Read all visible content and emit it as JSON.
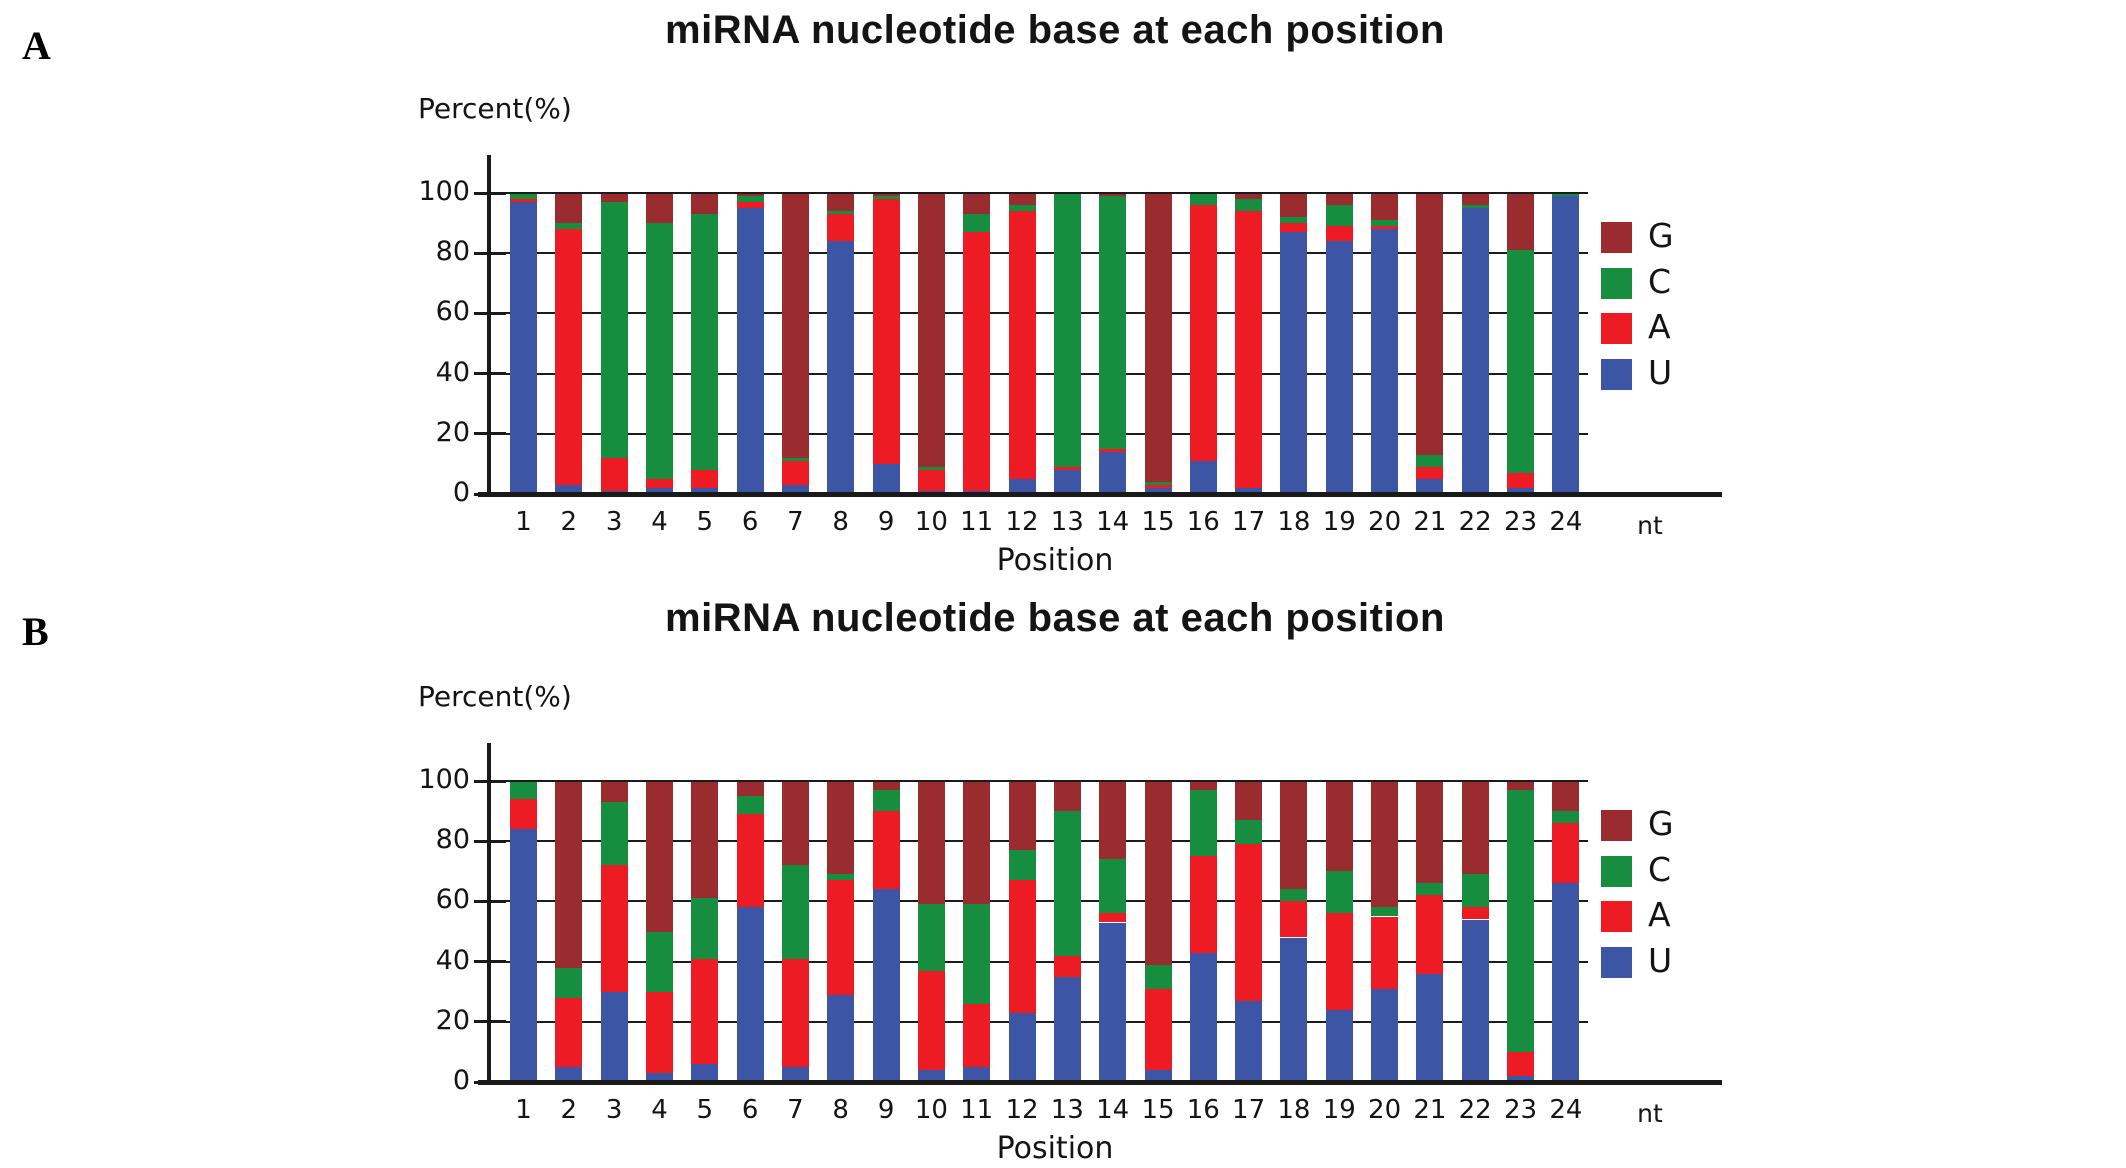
{
  "chart_data": [
    {
      "panel": "A",
      "type": "bar",
      "stacked": true,
      "title": "miRNA nucleotide base at each position",
      "ylabel": "Percent(%)",
      "xlabel": "Position",
      "x_unit_label": "nt",
      "ylim": [
        0,
        100
      ],
      "yticks": [
        0,
        20,
        40,
        60,
        80,
        100
      ],
      "grid": "horizontal",
      "legend_position": "right",
      "categories": [
        "1",
        "2",
        "3",
        "4",
        "5",
        "6",
        "7",
        "8",
        "9",
        "10",
        "11",
        "12",
        "13",
        "14",
        "15",
        "16",
        "17",
        "18",
        "19",
        "20",
        "21",
        "22",
        "23",
        "24"
      ],
      "stack_order_bottom_to_top": [
        "U",
        "A",
        "C",
        "G"
      ],
      "series": [
        {
          "name": "G",
          "color": "#9a2c30",
          "values": [
            0,
            10,
            3,
            10,
            7,
            1,
            88,
            6,
            1,
            91,
            7,
            4,
            0,
            1,
            96,
            0,
            2,
            8,
            4,
            9,
            87,
            4,
            19,
            0
          ]
        },
        {
          "name": "C",
          "color": "#178d3f",
          "values": [
            2,
            2,
            85,
            85,
            85,
            2,
            1,
            1,
            1,
            1,
            6,
            2,
            91,
            84,
            1,
            4,
            4,
            2,
            7,
            2,
            4,
            1,
            74,
            1
          ]
        },
        {
          "name": "A",
          "color": "#ed1c24",
          "values": [
            1,
            85,
            11,
            3,
            6,
            2,
            8,
            9,
            88,
            7,
            86,
            89,
            1,
            1,
            1,
            85,
            92,
            3,
            5,
            1,
            4,
            0,
            5,
            0
          ]
        },
        {
          "name": "U",
          "color": "#3c55a5",
          "values": [
            97,
            3,
            1,
            2,
            2,
            95,
            3,
            84,
            10,
            1,
            1,
            5,
            8,
            14,
            2,
            11,
            2,
            87,
            84,
            88,
            5,
            95,
            2,
            99
          ]
        }
      ]
    },
    {
      "panel": "B",
      "type": "bar",
      "stacked": true,
      "title": "miRNA nucleotide base at each position",
      "ylabel": "Percent(%)",
      "xlabel": "Position",
      "x_unit_label": "nt",
      "ylim": [
        0,
        100
      ],
      "yticks": [
        0,
        20,
        40,
        60,
        80,
        100
      ],
      "grid": "horizontal",
      "legend_position": "right",
      "categories": [
        "1",
        "2",
        "3",
        "4",
        "5",
        "6",
        "7",
        "8",
        "9",
        "10",
        "11",
        "12",
        "13",
        "14",
        "15",
        "16",
        "17",
        "18",
        "19",
        "20",
        "21",
        "22",
        "23",
        "24"
      ],
      "stack_order_bottom_to_top": [
        "U",
        "A",
        "C",
        "G"
      ],
      "series": [
        {
          "name": "G",
          "color": "#9a2c30",
          "values": [
            0,
            62,
            7,
            50,
            39,
            5,
            28,
            31,
            3,
            41,
            41,
            23,
            10,
            26,
            61,
            3,
            13,
            36,
            30,
            42,
            34,
            31,
            3,
            10
          ]
        },
        {
          "name": "C",
          "color": "#178d3f",
          "values": [
            6,
            10,
            21,
            20,
            20,
            6,
            31,
            2,
            7,
            22,
            33,
            10,
            48,
            18,
            8,
            22,
            8,
            4,
            14,
            3,
            4,
            11,
            87,
            4
          ]
        },
        {
          "name": "A",
          "color": "#ed1c24",
          "values": [
            10,
            23,
            42,
            27,
            35,
            31,
            36,
            38,
            26,
            33,
            21,
            44,
            7,
            3,
            27,
            32,
            52,
            12,
            32,
            24,
            26,
            4,
            8,
            20
          ]
        },
        {
          "name": "U",
          "color": "#3c55a5",
          "values": [
            84,
            5,
            30,
            3,
            6,
            58,
            5,
            29,
            64,
            4,
            5,
            23,
            35,
            53,
            4,
            43,
            27,
            48,
            24,
            31,
            36,
            54,
            2,
            66
          ]
        }
      ]
    }
  ]
}
